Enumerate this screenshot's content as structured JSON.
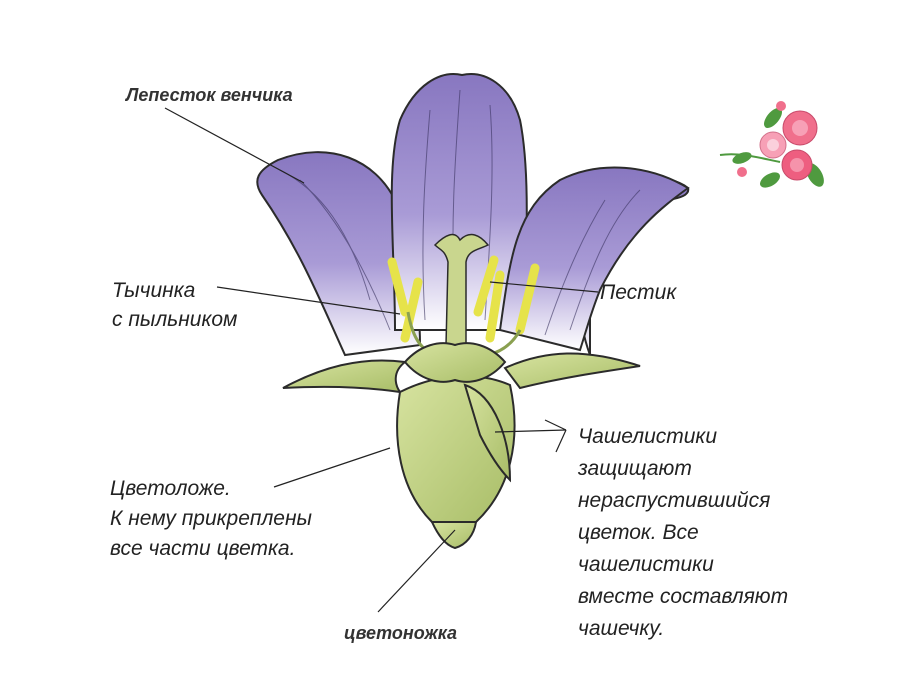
{
  "labels": {
    "petal": "Лепесток венчика",
    "stamen_1": "Тычинка",
    "stamen_2": "с пыльником",
    "pistil": "Пестик",
    "receptacle_1": "Цветоложе.",
    "receptacle_2": "К нему прикреплены",
    "receptacle_3": "все части цветка.",
    "sepals_1": "Чашелистики",
    "sepals_2": "защищают",
    "sepals_3": "нераспустившийся",
    "sepals_4": "цветок. Все",
    "sepals_5": "чашелистики",
    "sepals_6": "вместе составляют",
    "sepals_7": "чашечку.",
    "pedicel": "цветоножка"
  },
  "colors": {
    "petal": "#8e7fc4",
    "petal_light": "#ffffff",
    "sepal": "#b7c97a",
    "stamen": "#e6e34a",
    "rose": "#f06f8c",
    "leaf": "#4f9a3f",
    "line": "#222222"
  },
  "icons": {
    "decoration": "rose-bouquet-icon"
  }
}
